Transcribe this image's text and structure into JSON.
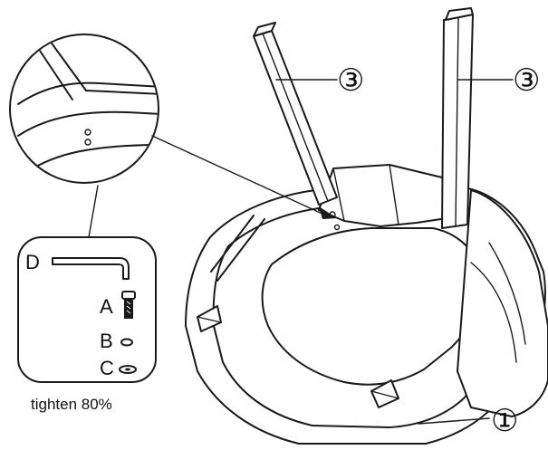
{
  "callouts": {
    "seat_part": "①",
    "leg_left_part": "③",
    "leg_right_part": "③"
  },
  "hardware": {
    "wrench_letter": "D",
    "bolt_letter": "A",
    "washer_letter": "B",
    "lock_washer_letter": "C"
  },
  "instruction": {
    "text": "tighten 80%"
  },
  "colors": {
    "line": "#1a1a1a",
    "background": "#ffffff"
  }
}
